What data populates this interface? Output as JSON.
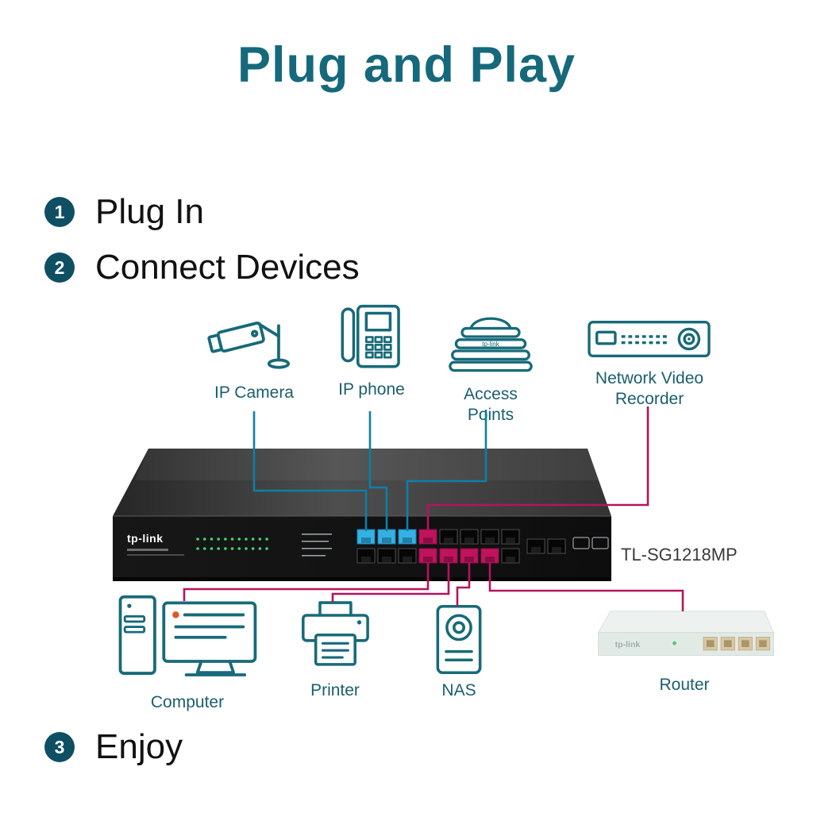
{
  "title": "Plug and Play",
  "steps": [
    {
      "number": "1",
      "label": "Plug In"
    },
    {
      "number": "2",
      "label": "Connect Devices"
    },
    {
      "number": "3",
      "label": "Enjoy"
    }
  ],
  "top_devices": [
    {
      "label": "IP Camera"
    },
    {
      "label": "IP phone"
    },
    {
      "label": "Access Points"
    },
    {
      "label": "Network Video Recorder"
    }
  ],
  "bottom_devices": [
    {
      "label": "Computer"
    },
    {
      "label": "Printer"
    },
    {
      "label": "NAS"
    },
    {
      "label": "Router"
    }
  ],
  "switch": {
    "model_label": "TL-SG1218MP",
    "brand_logo": "tp-link"
  },
  "access_point": {
    "brand_logo": "tp-link"
  },
  "router": {
    "brand_logo": "tp-link"
  },
  "colors": {
    "title_teal": "#15697b",
    "icon_teal": "#176a79",
    "label_teal": "#1a5f6d",
    "step_badge": "#0f4f63",
    "step_text": "#111111",
    "line_blue": "#0d7fa6",
    "line_magenta": "#b5135f",
    "port_blue": "#33b1e4",
    "port_magenta": "#c0135e",
    "led_green": "#3fd473",
    "model_text": "#3a3a3a"
  }
}
